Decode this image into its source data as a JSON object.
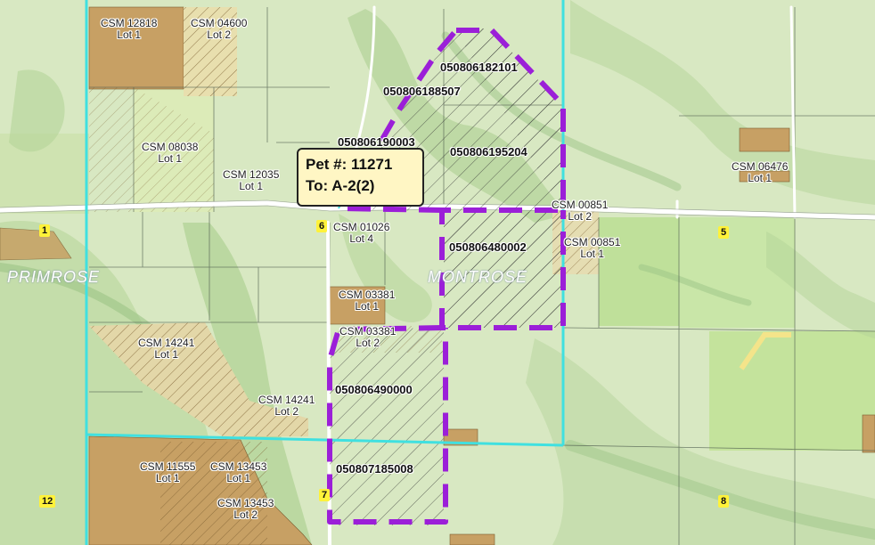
{
  "sections": [
    "1",
    "5",
    "6",
    "7",
    "8",
    "12"
  ],
  "townships": [
    "PRIMROSE",
    "MONTROSE"
  ],
  "csm_labels": [
    {
      "num": "CSM 12818",
      "lot": "Lot 1"
    },
    {
      "num": "CSM 04600",
      "lot": "Lot 2"
    },
    {
      "num": "CSM 08038",
      "lot": "Lot 1"
    },
    {
      "num": "CSM 12035",
      "lot": "Lot 1"
    },
    {
      "num": "CSM 06476",
      "lot": "Lot 1"
    },
    {
      "num": "CSM 00851",
      "lot": "Lot 2"
    },
    {
      "num": "CSM 00851",
      "lot": "Lot 1"
    },
    {
      "num": "CSM 01026",
      "lot": "Lot 4"
    },
    {
      "num": "CSM 03381",
      "lot": "Lot 1"
    },
    {
      "num": "CSM 03381",
      "lot": "Lot 2"
    },
    {
      "num": "CSM 14241",
      "lot": "Lot 1"
    },
    {
      "num": "CSM 14241",
      "lot": "Lot 2"
    },
    {
      "num": "CSM 11555",
      "lot": "Lot 1"
    },
    {
      "num": "CSM 13453",
      "lot": "Lot 1"
    },
    {
      "num": "CSM 13453",
      "lot": "Lot 2"
    }
  ],
  "parcels": [
    "050806182101",
    "050806188507",
    "050806190003",
    "050806195204",
    "050806480002",
    "050806490000",
    "050807185008"
  ],
  "petition": {
    "line1": "Pet #: 11271",
    "line2": "To: A-2(2)"
  },
  "colors": {
    "base": "#d8e8c2",
    "woodland": "#b9d6a2",
    "csm_lot": "#c7a064",
    "road": "#ffffff",
    "section_line": "#40e0e0",
    "petition_boundary": "#9b1fd8",
    "section_label_bg": "#fff23a"
  }
}
